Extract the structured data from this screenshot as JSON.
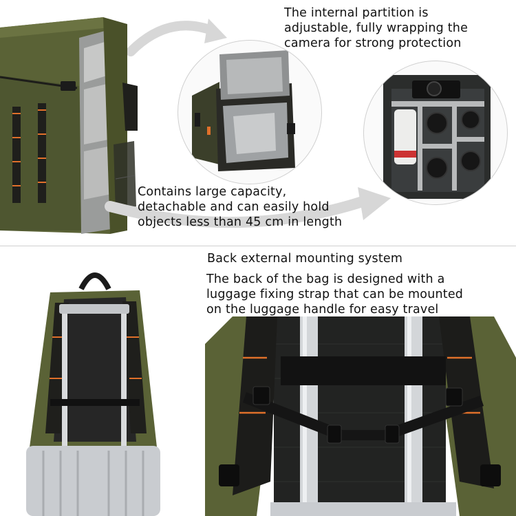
{
  "top": {
    "partition_caption": [
      "The internal partition is",
      "adjustable, fully wrapping the",
      "camera for strong protection"
    ],
    "capacity_caption": [
      "Contains large capacity,",
      "detachable and can easily hold",
      "objects less than 45 cm in length"
    ]
  },
  "bottom": {
    "mount_title": "Back external mounting system",
    "mount_caption": [
      "The back of the bag is designed with a",
      "luggage fixing strap that can be mounted",
      "on the luggage handle for easy travel"
    ]
  },
  "colors": {
    "bag_green": "#5a6236",
    "bag_dark": "#2b2b26",
    "lining_grey": "#a8aaa9",
    "strap_orange": "#e0702a",
    "luggage_silver": "#c9ccd0"
  }
}
